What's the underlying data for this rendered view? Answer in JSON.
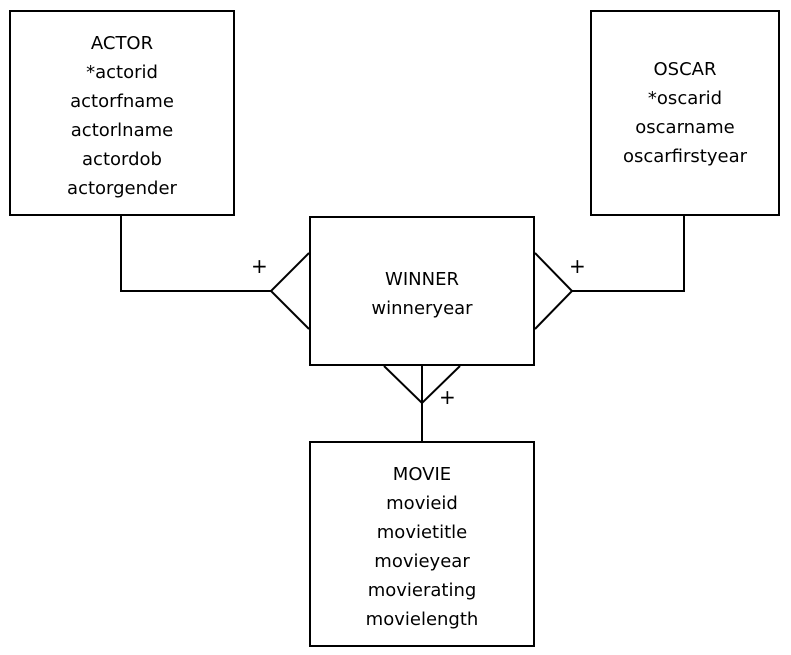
{
  "entities": {
    "actor": {
      "title": "ACTOR",
      "attributes": [
        "*actorid",
        "actorfname",
        "actorlname",
        "actordob",
        "actorgender"
      ]
    },
    "oscar": {
      "title": "OSCAR",
      "attributes": [
        "*oscarid",
        "oscarname",
        "oscarfirstyear"
      ]
    },
    "winner": {
      "title": "WINNER",
      "attributes": [
        "winneryear"
      ]
    },
    "movie": {
      "title": "MOVIE",
      "attributes": [
        "movieid",
        "movietitle",
        "movieyear",
        "movierating",
        "movielength"
      ]
    }
  },
  "relationships": {
    "actor_winner": {
      "from": "ACTOR",
      "to": "WINNER",
      "multiplicity": "+"
    },
    "oscar_winner": {
      "from": "OSCAR",
      "to": "WINNER",
      "multiplicity": "+"
    },
    "movie_winner": {
      "from": "MOVIE",
      "to": "WINNER",
      "multiplicity": "+"
    }
  }
}
